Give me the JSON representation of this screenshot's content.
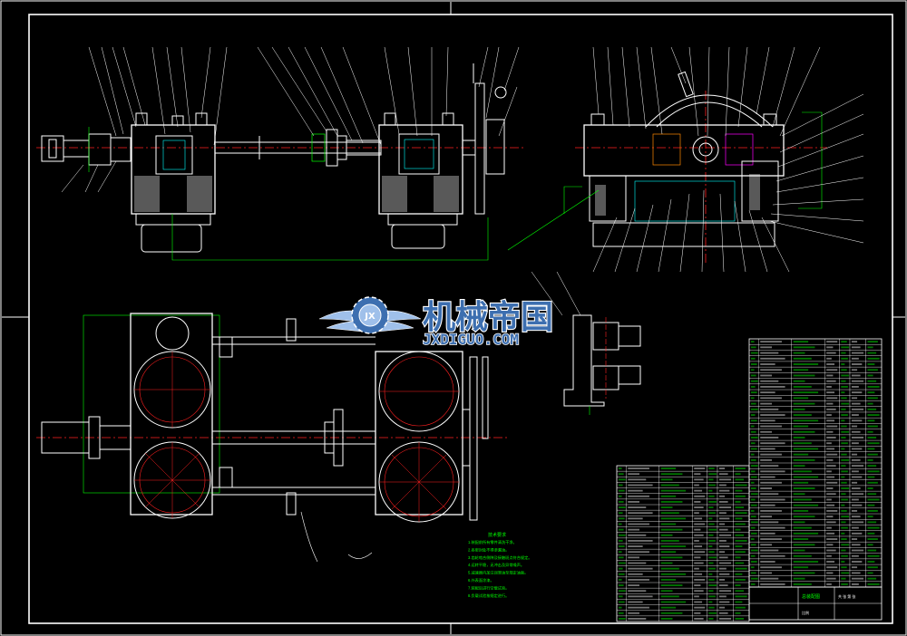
{
  "watermark": {
    "title": "机械帝国",
    "subtitle": "JXDIGUO.COM",
    "logo_name": "gear-wings-logo"
  },
  "colors": {
    "background": "#000000",
    "outline": "#ffffff",
    "centerline": "#ff2020",
    "dimension": "#00ff00",
    "leader": "#ffff00",
    "hatch": "#ffffff",
    "cyan": "#00ffff",
    "magenta": "#ff00ff",
    "watermark_fill": "#3d6fb0",
    "watermark_glow": "#9fc0ea"
  },
  "notes": {
    "heading": "技术要求",
    "lines": [
      "1.装配前所有零件清洗干净。",
      "2.各密封处不得渗漏油。",
      "3.齿轮啮合侧隙及接触斑点符合规定。",
      "4.运转平稳，无冲击及异常噪声。",
      "5.减速器内加注润滑油至规定油面。",
      "6.外表面涂漆。",
      "7.装配后进行空载试验。",
      "8.负载试验按规定进行。"
    ]
  },
  "title_block": {
    "drawing_name": "总装配图",
    "scale_label": "比例",
    "sheet_label": "共 张 第 张"
  }
}
